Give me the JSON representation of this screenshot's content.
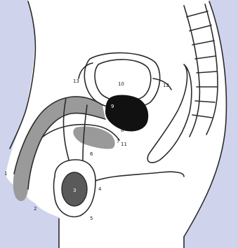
{
  "diagram": {
    "labels": [
      {
        "id": "1",
        "text": "1"
      },
      {
        "id": "2",
        "text": "2"
      },
      {
        "id": "3",
        "text": "3"
      },
      {
        "id": "4",
        "text": "4"
      },
      {
        "id": "5",
        "text": "5"
      },
      {
        "id": "6",
        "text": "6"
      },
      {
        "id": "7",
        "text": "7"
      },
      {
        "id": "8",
        "text": "8"
      },
      {
        "id": "9",
        "text": "9"
      },
      {
        "id": "10",
        "text": "10"
      },
      {
        "id": "11",
        "text": "11"
      },
      {
        "id": "12",
        "text": "12"
      },
      {
        "id": "13",
        "text": "13"
      }
    ],
    "colors": {
      "background": "#cfd3ec",
      "body": "#ffffff",
      "outline": "#2b2b2b",
      "grey_shading": "#9a9a9a",
      "dark_fill": "#111111",
      "testis_fill": "#5a5a5a"
    }
  }
}
